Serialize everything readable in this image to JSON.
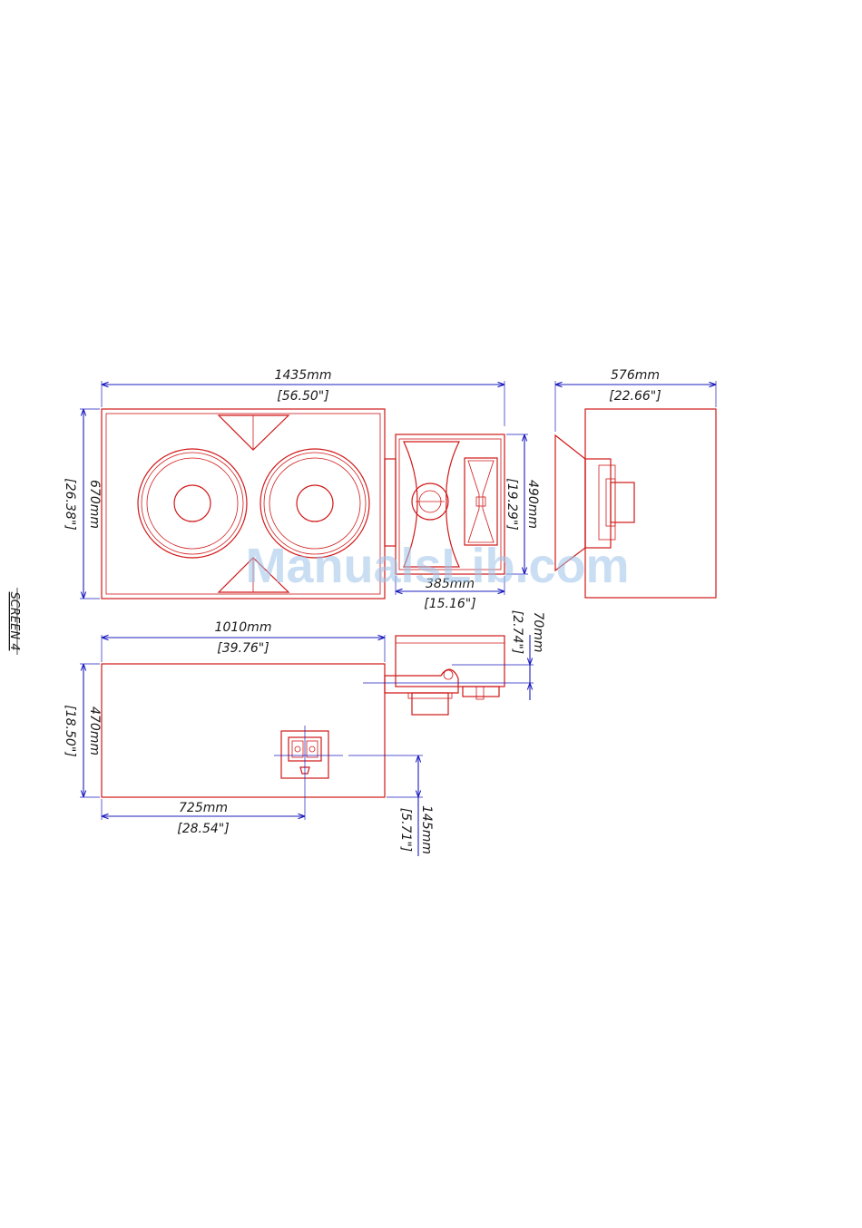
{
  "sheet_label": "SCREEN 4",
  "watermark": "ManualsLib.com",
  "colors": {
    "outline": "#d01818",
    "dimension": "#1d1dbf",
    "text": "#1a1a1a"
  },
  "dimensions": {
    "front_width_mm": "1435mm",
    "front_width_in": "[56.50\"]",
    "front_height_mm": "670mm",
    "front_height_in": "[26.38\"]",
    "horn_height_mm": "490mm",
    "horn_height_in": "[19.29\"]",
    "horn_width_mm": "385mm",
    "horn_width_in": "[15.16\"]",
    "side_depth_mm": "576mm",
    "side_depth_in": "[22.66\"]",
    "top_width_mm": "1010mm",
    "top_width_in": "[39.76\"]",
    "top_depth_mm": "470mm",
    "top_depth_in": "[18.50\"]",
    "connector_offset_mm": "725mm",
    "connector_offset_in": "[28.54\"]",
    "connector_depth_mm": "145mm",
    "connector_depth_in": "[5.71\"]",
    "bracket_mm": "70mm",
    "bracket_in": "[2.74\"]"
  }
}
